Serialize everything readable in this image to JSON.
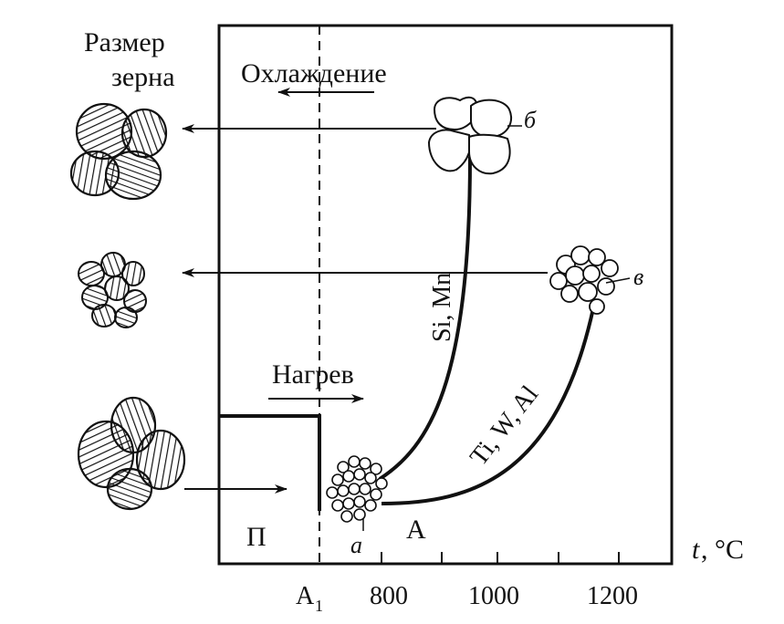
{
  "labels": {
    "grain_size_line1": "Размер",
    "grain_size_line2": "зерна",
    "cooling": "Охлаждение",
    "heating": "Нагрев",
    "pearlite": "П",
    "austenite": "А",
    "curve_b": "Si, Mn",
    "curve_v": "Ti, W, Al",
    "point_a": "a",
    "point_b": "б",
    "point_v": "в",
    "axis_t": "t",
    "axis_unit": ", °С",
    "A1_main": "А",
    "A1_sub": "1"
  },
  "ticks": [
    "800",
    "1000",
    "1200"
  ],
  "colors": {
    "ink": "#111111",
    "paper": "#ffffff"
  }
}
